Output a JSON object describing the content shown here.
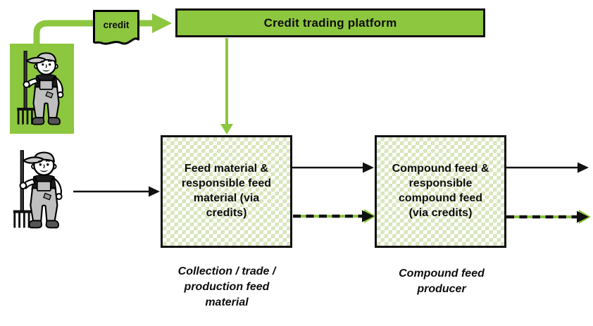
{
  "platform": {
    "label": "Credit trading platform"
  },
  "credit_doc": {
    "label": "credit"
  },
  "feed_box": {
    "label": "Feed material &\nresponsible feed\nmaterial (via\ncredits)",
    "caption": "Collection / trade /\nproduction feed\nmaterial"
  },
  "compound_box": {
    "label": "Compound feed &\nresponsible\ncompound feed\n(via credits)",
    "caption": "Compound feed\nproducer"
  },
  "icons": {
    "credit_supplier": "farmer-with-pitchfork-icon",
    "feed_supplier": "farmer-with-pitchfork-icon",
    "credit_token": "document-icon"
  },
  "colors": {
    "accent_green": "#8DC63F",
    "pattern_green": "#D5E3B5",
    "outline_black": "#111111"
  }
}
